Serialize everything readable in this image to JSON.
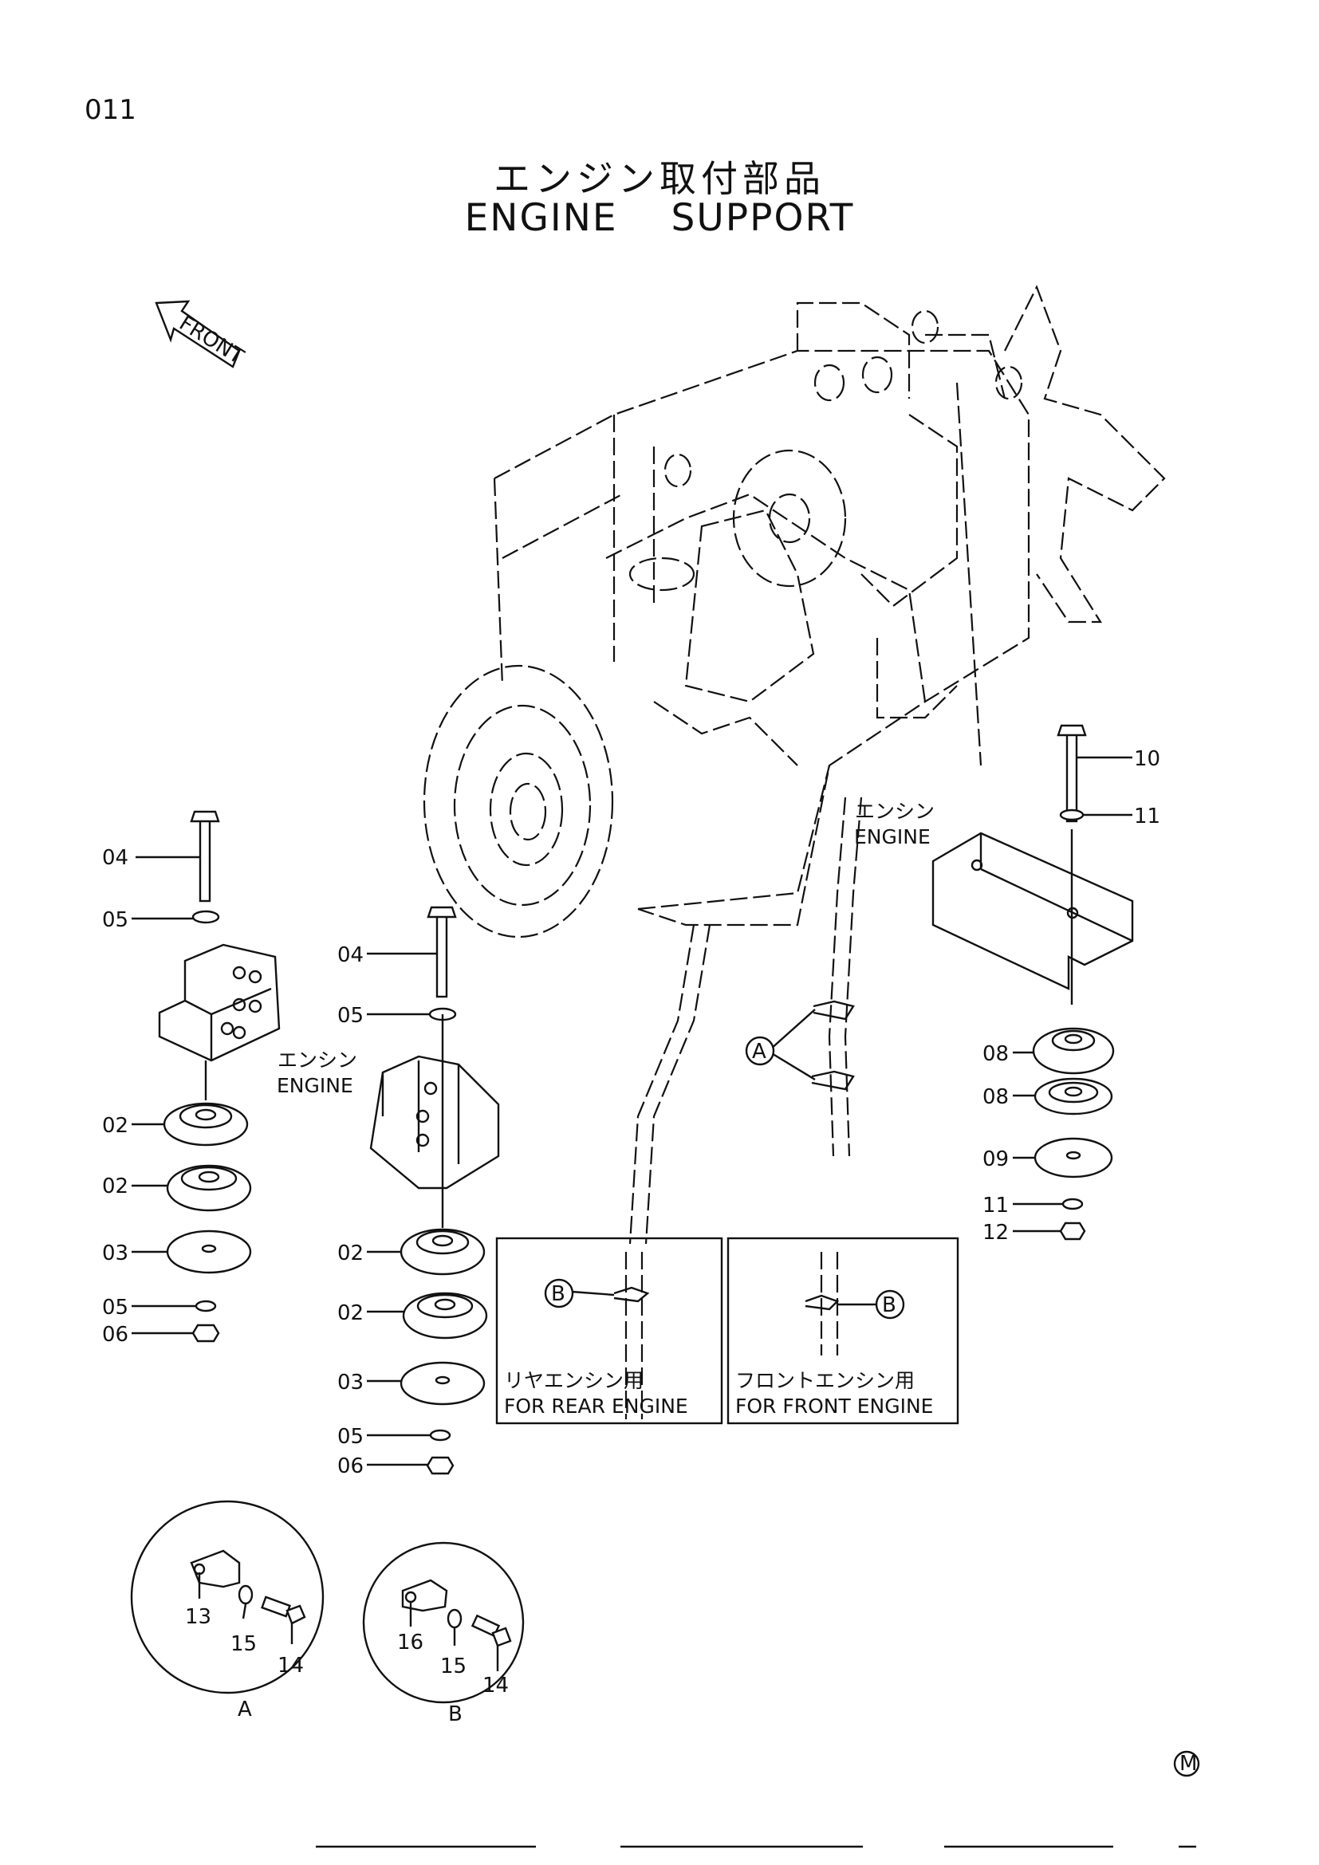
{
  "page": {
    "number": "011"
  },
  "title": {
    "japanese": "エンジン取付部品",
    "english": "ENGINE SUPPORT"
  },
  "front_arrow": {
    "label": "FRONT"
  },
  "engine_labels": {
    "japanese": "エンシン",
    "english": "ENGINE"
  },
  "callouts": [
    {
      "part": "04"
    },
    {
      "part": "05"
    },
    {
      "part": "02"
    },
    {
      "part": "02"
    },
    {
      "part": "03"
    },
    {
      "part": "05"
    },
    {
      "part": "06"
    },
    {
      "part": "04"
    },
    {
      "part": "05"
    },
    {
      "part": "02"
    },
    {
      "part": "02"
    },
    {
      "part": "03"
    },
    {
      "part": "05"
    },
    {
      "part": "06"
    },
    {
      "part": "10"
    },
    {
      "part": "11"
    },
    {
      "part": "08"
    },
    {
      "part": "08"
    },
    {
      "part": "09"
    },
    {
      "part": "11"
    },
    {
      "part": "12"
    }
  ],
  "detail_refs": {
    "a": "A",
    "b": "B"
  },
  "boxes": {
    "rear": {
      "japanese": "リヤエンシン用",
      "english": "FOR REAR ENGINE"
    },
    "front": {
      "japanese": "フロントエンシン用",
      "english": "FOR FRONT ENGINE"
    }
  },
  "detail_a": {
    "clamp": "13",
    "washer": "15",
    "bolt": "14",
    "label": "A"
  },
  "detail_b": {
    "clamp": "16",
    "washer": "15",
    "bolt": "14",
    "label": "B"
  },
  "mark": "M"
}
